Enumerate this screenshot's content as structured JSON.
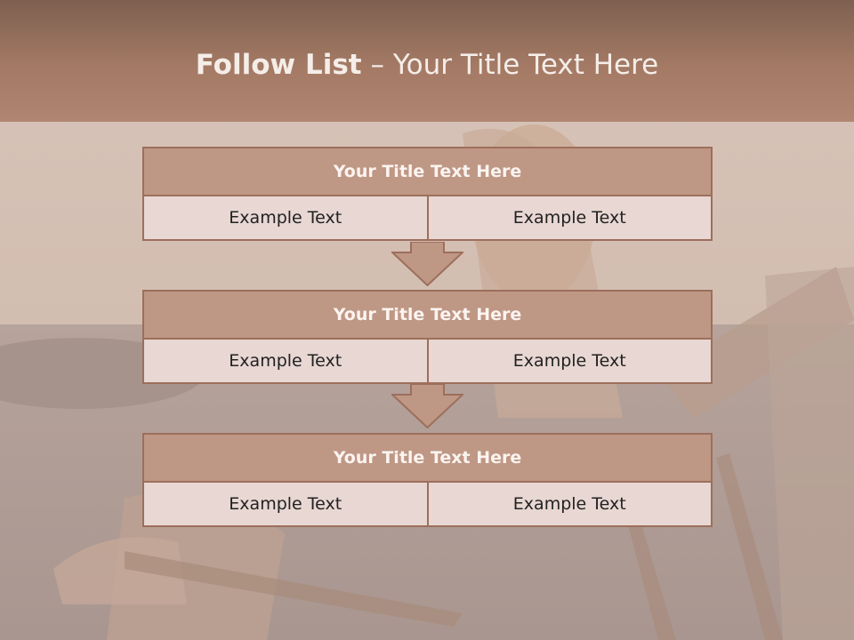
{
  "header": {
    "title_bold": "Follow List",
    "title_rest": " – Your Title Text Here"
  },
  "blocks": [
    {
      "title": "Your Title Text Here",
      "left": "Example Text",
      "right": "Example Text"
    },
    {
      "title": "Your Title Text Here",
      "left": "Example Text",
      "right": "Example Text"
    },
    {
      "title": "Your Title Text Here",
      "left": "Example Text",
      "right": "Example Text"
    }
  ],
  "colors": {
    "header": "#a47a65",
    "block_head": "#bf9785",
    "cell": "#e8d7d2",
    "border": "#9c6f5c"
  }
}
